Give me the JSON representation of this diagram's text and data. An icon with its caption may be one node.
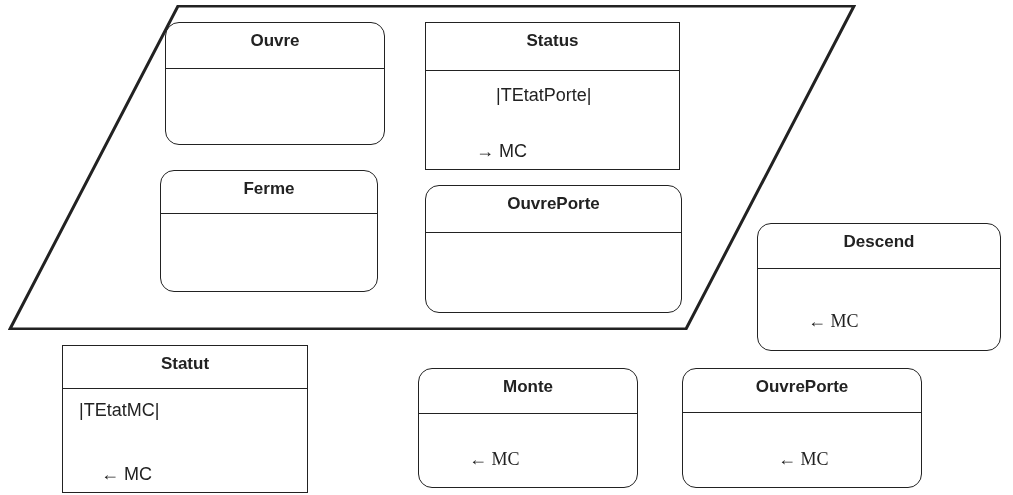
{
  "diagram": {
    "nodes": [
      {
        "text": [],
        "shape": "parallelogram"
      },
      {
        "text": [
          "Ouvre"
        ],
        "in": 0
      },
      {
        "text": [
          "Status",
          "|TEtatPorte|",
          "→ MC"
        ],
        "in": 0
      },
      {
        "text": [
          "Ferme"
        ],
        "in": 0
      },
      {
        "text": [
          "OuvrePorte"
        ],
        "in": 0
      },
      {
        "text": [
          "Descend",
          "← MC"
        ]
      },
      {
        "text": [
          "Statut",
          "|TEtatMC|",
          "← MC"
        ]
      },
      {
        "text": [
          "Monte",
          "← MC"
        ]
      },
      {
        "text": [
          "OuvrePorte",
          "← MC"
        ]
      }
    ]
  }
}
